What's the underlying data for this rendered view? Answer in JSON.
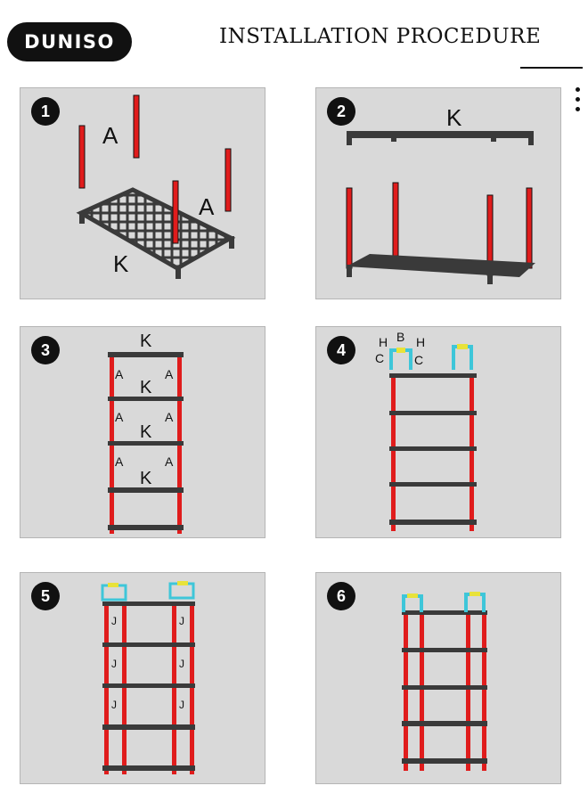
{
  "brand": {
    "logo_text": "DUNISO"
  },
  "header": {
    "title": "INSTALLATION PROCEDURE"
  },
  "steps": [
    {
      "number": "1",
      "labels": {
        "pole": "A",
        "shelf": "K"
      }
    },
    {
      "number": "2",
      "labels": {
        "shelf": "K"
      }
    },
    {
      "number": "3",
      "labels": {
        "shelf": "K",
        "pole": "A"
      }
    },
    {
      "number": "4",
      "labels": {
        "h": "H",
        "b": "B",
        "c": "C"
      }
    },
    {
      "number": "5",
      "labels": {
        "j": "J"
      }
    },
    {
      "number": "6"
    }
  ],
  "colors": {
    "pole": "#e01c1c",
    "shelf": "#3a3a3a",
    "panel_bg": "#d9d9d9",
    "connector_cyan": "#3ec6d9",
    "connector_yellow": "#e8e23a"
  }
}
